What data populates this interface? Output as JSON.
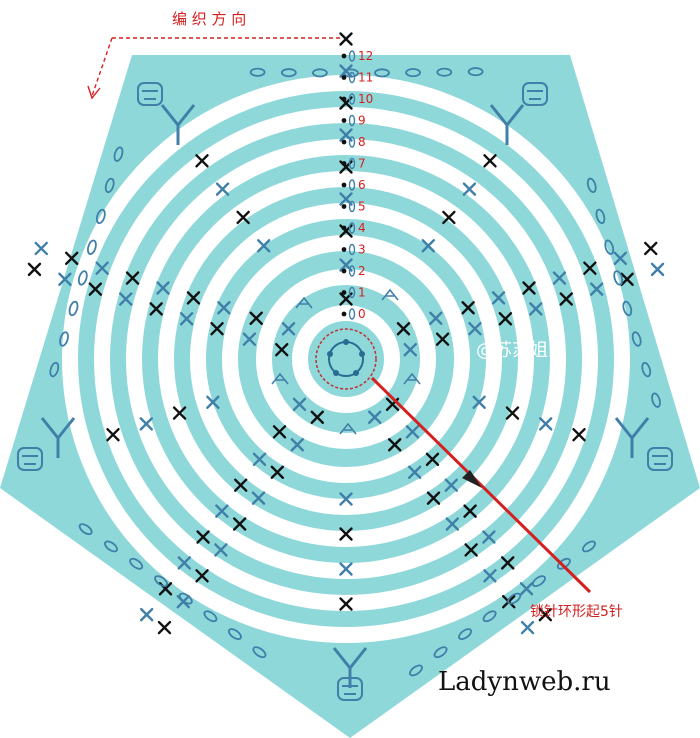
{
  "header": {
    "direction_label": "编 织 方 向"
  },
  "rounds": [
    "0",
    "1",
    "2",
    "3",
    "4",
    "5",
    "6",
    "7",
    "8",
    "9",
    "10",
    "11",
    "12"
  ],
  "callout": {
    "text": "锁针环形起5针"
  },
  "watermark": {
    "text": "@苏苏姐家"
  },
  "site": {
    "text": "Ladynweb.ru"
  },
  "colors": {
    "teal": "#8fd8da",
    "stitch_black": "#111111",
    "stitch_blue": "#3f7fa8",
    "label_red": "#d42020"
  },
  "icons": [
    "direction-arrow-icon",
    "chain-ring-icon",
    "corner-motif-icon",
    "cluster-stitch-icon"
  ]
}
